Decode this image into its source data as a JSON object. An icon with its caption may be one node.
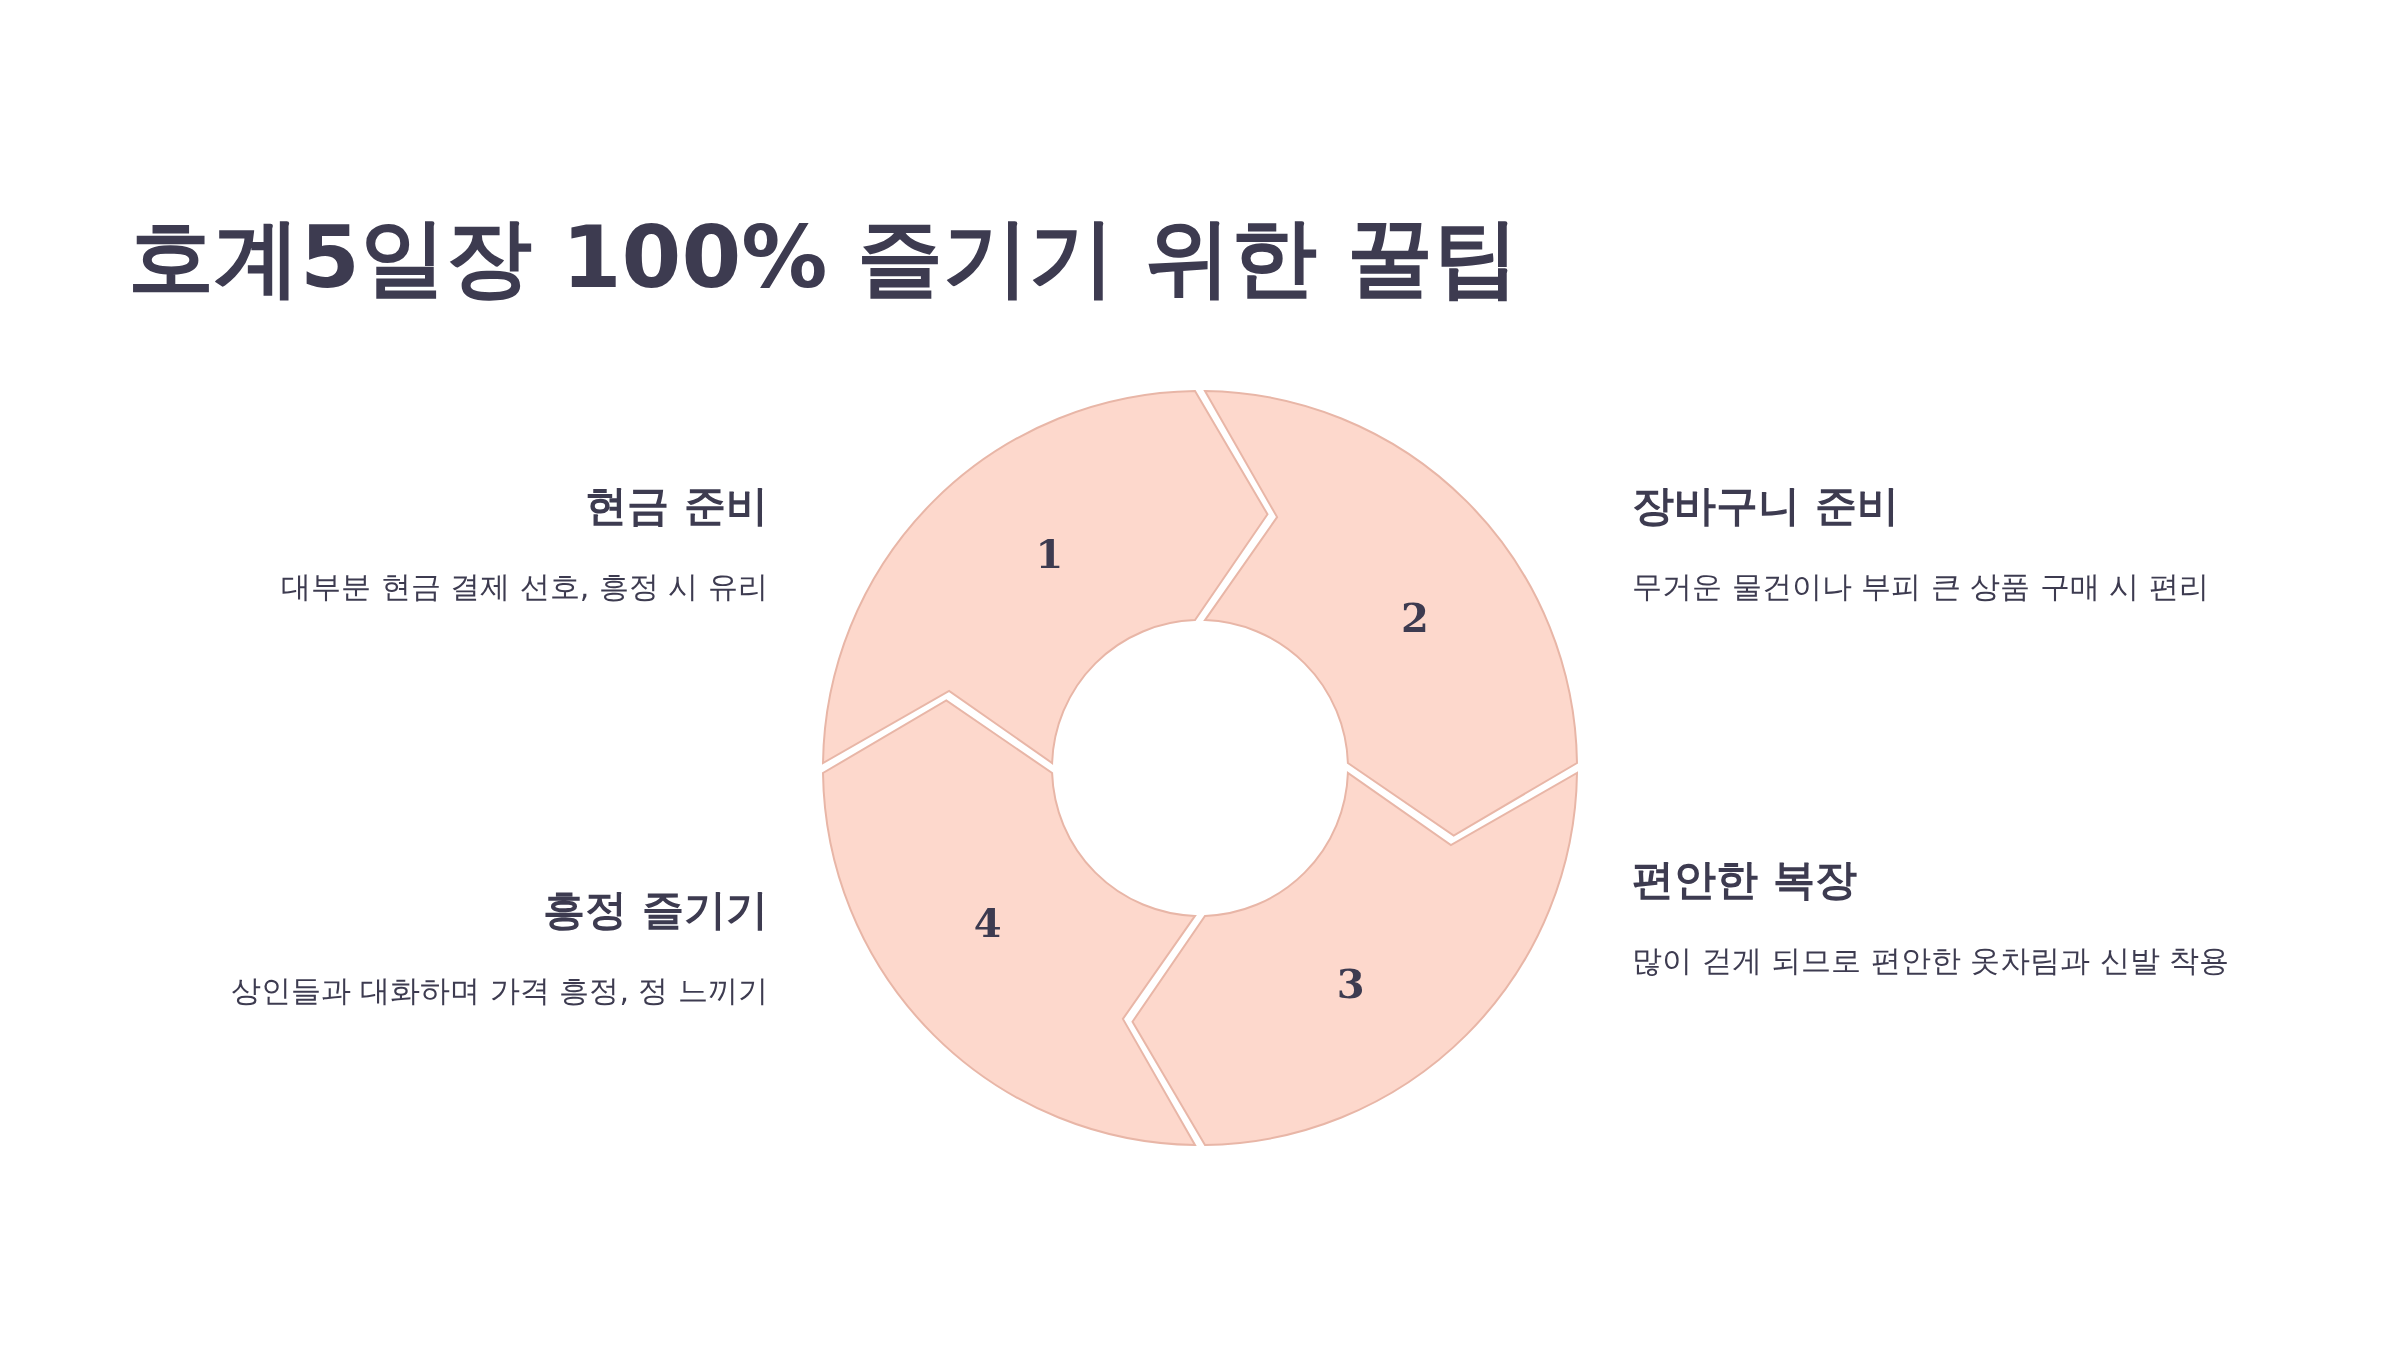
{
  "diagram": {
    "title": "호계5일장 100% 즐기기 위한 꿀팁",
    "nodes": [
      {
        "text": [
          "1"
        ],
        "beside": [
          "현금 준비",
          "대부분 현금 결제 선호, 흥정 시 유리"
        ]
      },
      {
        "text": [
          "2"
        ],
        "beside": [
          "장바구니 준비",
          "무거운 물건이나 부피 큰 상품 구매 시 편리"
        ]
      },
      {
        "text": [
          "3"
        ],
        "beside": [
          "편안한 복장",
          "많이 걷게 되므로 편안한 옷차림과 신발 착용"
        ]
      },
      {
        "text": [
          "4"
        ],
        "beside": [
          "흥정 즐기기",
          "상인들과 대화하며 가격 흥정, 정 느끼기"
        ]
      }
    ]
  }
}
